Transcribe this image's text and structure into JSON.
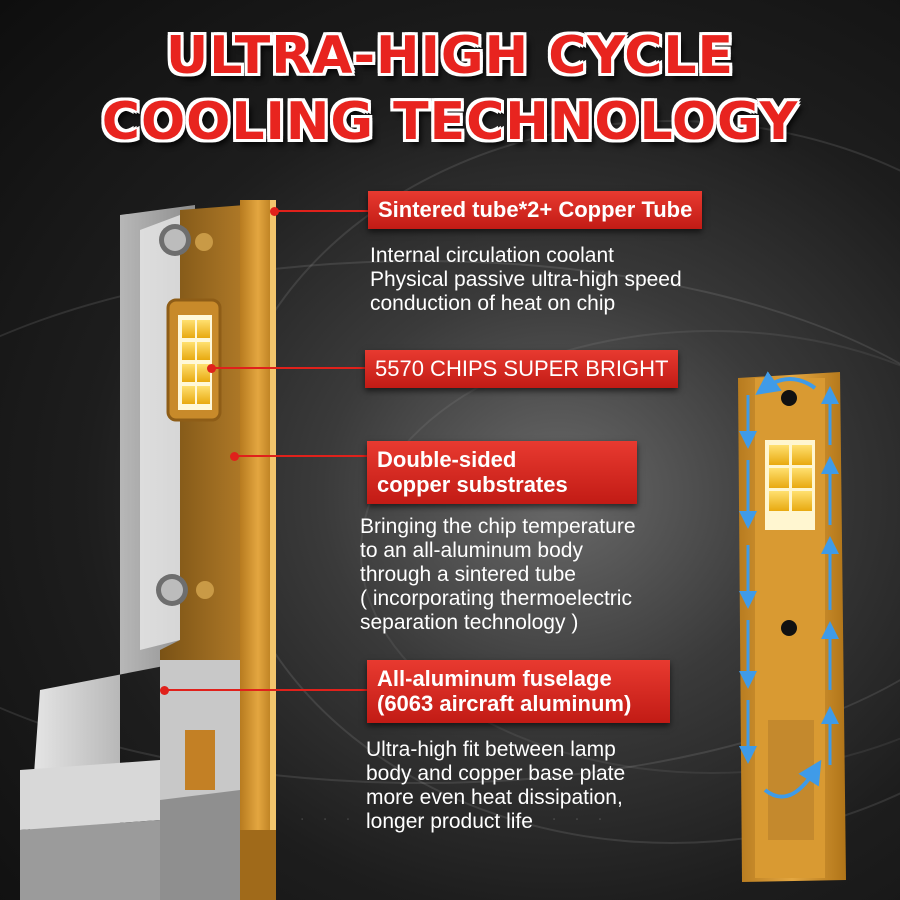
{
  "title": {
    "line1": "ULTRA-HIGH CYCLE",
    "line2": "COOLING TECHNOLOGY"
  },
  "callouts": [
    {
      "label": "Sintered tube*2+ Copper Tube",
      "description": [
        "Internal circulation coolant",
        "Physical passive ultra-high speed",
        "conduction of heat on chip"
      ]
    },
    {
      "label": "5570 CHIPS SUPER BRIGHT",
      "description": []
    },
    {
      "label_lines": [
        "Double-sided",
        "copper substrates"
      ],
      "description": [
        "Bringing the chip temperature",
        "to an all-aluminum body",
        "through a sintered tube",
        "( incorporating thermoelectric",
        "separation technology )"
      ]
    },
    {
      "label_lines": [
        "All-aluminum fuselage",
        "(6063 aircraft aluminum)"
      ],
      "description": [
        "Ultra-high fit between lamp",
        "body and copper base plate",
        "more even heat dissipation,",
        "longer product life"
      ]
    }
  ],
  "colors": {
    "accent_red": "#e0211b",
    "copper": "#d99a32",
    "arrow_blue": "#3f9be8"
  },
  "icons": [
    "flow-arrow-up-icon",
    "flow-arrow-down-icon",
    "curved-flow-arrow-icon"
  ]
}
